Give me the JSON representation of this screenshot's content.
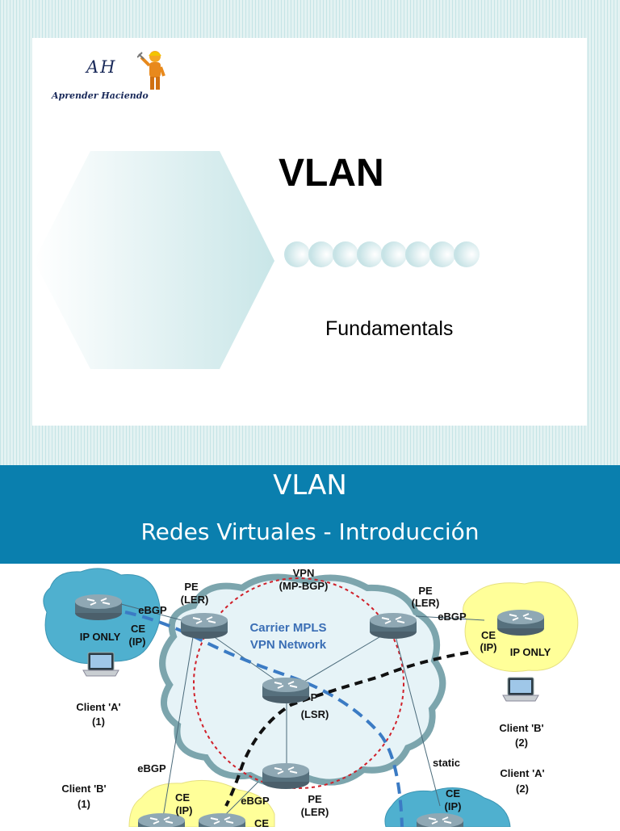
{
  "slide1": {
    "logo": {
      "initials": "AH",
      "name": "Aprender Haciendo"
    },
    "title": "VLAN",
    "subtitle": "Fundamentals"
  },
  "slide2": {
    "title": "VLAN",
    "subtitle": "Redes Virtuales - Introducción"
  },
  "diagram": {
    "vpn": "VPN",
    "vpn_proto": "(MP-BGP)",
    "carrier_line1": "Carrier MPLS",
    "carrier_line2": "VPN Network",
    "pe": "PE",
    "ler": "(LER)",
    "p": "P",
    "lsr": "(LSR)",
    "ebgp": "eBGP",
    "ce": "CE",
    "ce_ip": "(IP)",
    "ip_only": "IP ONLY",
    "client_a": "Client 'A'",
    "client_b": "Client 'B'",
    "num_1": "(1)",
    "num_2": "(2)",
    "static": "static"
  },
  "colors": {
    "banner": "#0a7fae",
    "cloud": "#e6f3f7",
    "client_blue": "#4fb0cf",
    "client_yellow": "#ffff99",
    "vpn_ring": "#d0202a",
    "carrier_text": "#3a6eb5"
  }
}
